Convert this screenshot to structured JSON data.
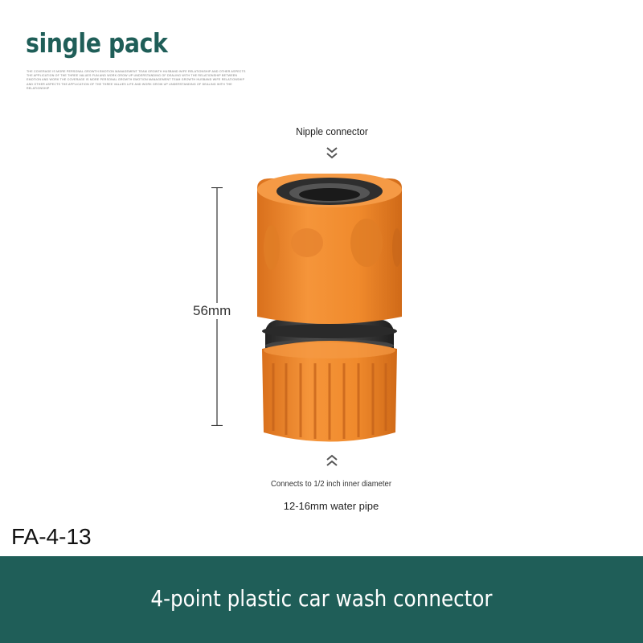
{
  "header": {
    "title": "single pack",
    "fine_print": "THE COVERAGE IS MORE PERSONAL GROWTH EMOTION MANAGEMENT TEAM GROWTH HUSBAND WIFE RELATIONSHIP AND OTHER ASPECTS THE APPLICATION OF THE THREE VALUES FUN AND WORK GROW UP UNDERSTANDING OF DEALING WITH THE RELATIONSHIP BETWEEN EMOTION AND WORK THE COVERAGE IS MORE PERSONAL GROWTH EMOTION MANAGEMENT TEAM GROWTH HUSBAND WIFE RELATIONSHIP AND OTHER ASPECTS THE APPLICATION OF THE THREE VALUES LIFE AND WORK GROW UP UNDERSTANDING OF DEALING WITH THE RELATIONSHIP"
  },
  "product": {
    "top_label": "Nipple connector",
    "dimension_label": "56mm",
    "bottom_label_line1": "Connects to 1/2 inch inner diameter",
    "bottom_label_line2": "12-16mm water pipe",
    "model_code": "FA-4-13",
    "body_color": "#f08a2c",
    "seal_color": "#3a3a3a"
  },
  "banner": {
    "text": "4-point plastic car wash connector",
    "background_color": "#1f5e58"
  },
  "icons": {
    "top_arrow": "double-chevron-down-icon",
    "bottom_arrow": "double-chevron-up-icon"
  }
}
